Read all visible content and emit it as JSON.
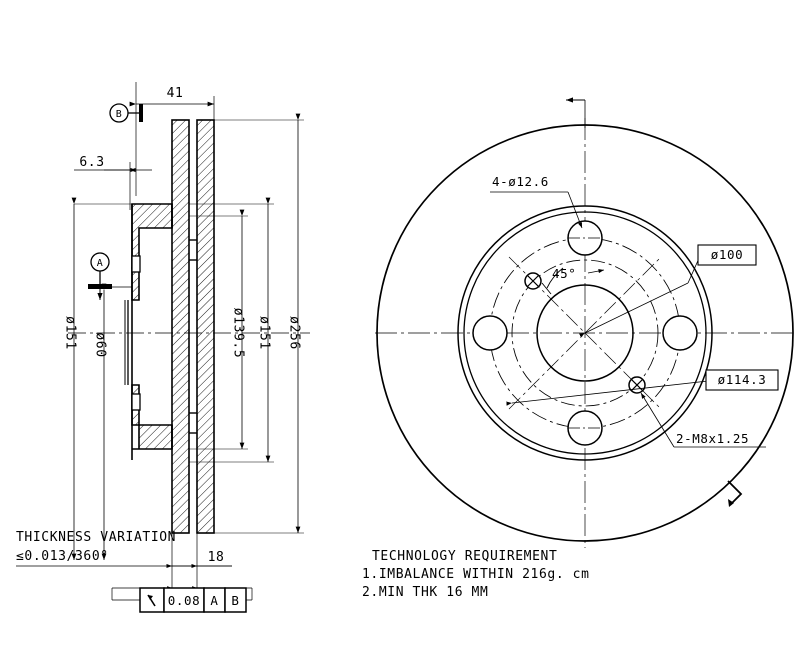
{
  "drawing": {
    "title": "Vented Brake Disc Engineering Drawing",
    "line_color": "#000000",
    "background_color": "#ffffff"
  },
  "section_view": {
    "name": "cross-section-view",
    "datums": [
      {
        "label": "B",
        "name": "datum-b"
      },
      {
        "label": "A",
        "name": "datum-a"
      }
    ],
    "linear_dimensions": [
      {
        "value": "41",
        "name": "dim-41"
      },
      {
        "value": "6.3",
        "name": "dim-6-3"
      },
      {
        "value": "18",
        "name": "dim-18"
      }
    ],
    "diameter_dimensions": [
      {
        "value": "ø151",
        "name": "dim-dia-151-left"
      },
      {
        "value": "ø60",
        "name": "dim-dia-60"
      },
      {
        "value": "ø139.5",
        "name": "dim-dia-139-5"
      },
      {
        "value": "ø151",
        "name": "dim-dia-151-right"
      },
      {
        "value": "ø256",
        "name": "dim-dia-256"
      }
    ],
    "thickness_variation": {
      "label": "THICKNESS VARIATION",
      "tolerance": "≤0.013/360°"
    },
    "feature_control_frame": {
      "symbol": "circular-runout",
      "tolerance": "0.08",
      "datum_primary": "A",
      "datum_secondary": "B"
    }
  },
  "front_view": {
    "name": "front-circular-view",
    "callouts": [
      {
        "text": "4-ø12.6",
        "name": "callout-bolt-holes"
      },
      {
        "text": "2-M8x1.25",
        "name": "callout-threaded-holes"
      },
      {
        "text": "45°",
        "name": "callout-angle-45"
      }
    ],
    "boxed_dimensions": [
      {
        "text": "ø100",
        "name": "boxed-dim-dia-100"
      },
      {
        "text": "ø114.3",
        "name": "boxed-dim-dia-114-3"
      }
    ]
  },
  "notes": {
    "heading": "TECHNOLOGY REQUIREMENT",
    "lines": [
      "1.IMBALANCE WITHIN 216g. cm",
      "2.MIN THK 16 MM"
    ]
  }
}
